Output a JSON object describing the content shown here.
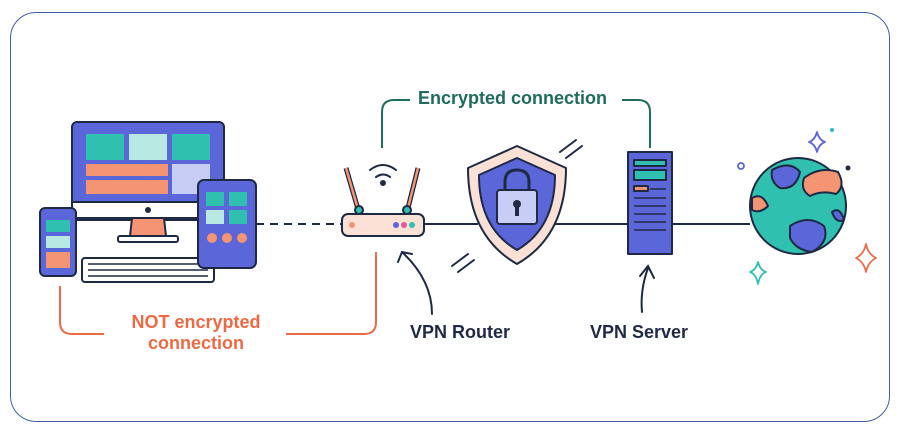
{
  "labels": {
    "encrypted": "Encrypted connection",
    "not_encrypted": "NOT encrypted connection",
    "vpn_router": "VPN Router",
    "vpn_server": "VPN Server"
  },
  "colors": {
    "encrypted_label": "#1f6b5c",
    "not_encrypted_label": "#ee6a45",
    "outline": "#1e2a44",
    "device_purple": "#5b67d8",
    "teal": "#2fc0b0",
    "salmon": "#f49472",
    "frame_border": "#3d5fa3"
  },
  "icons": [
    "devices-icon",
    "wifi-icon",
    "router-icon",
    "shield-lock-icon",
    "server-icon",
    "globe-icon",
    "sparkle-icon"
  ]
}
